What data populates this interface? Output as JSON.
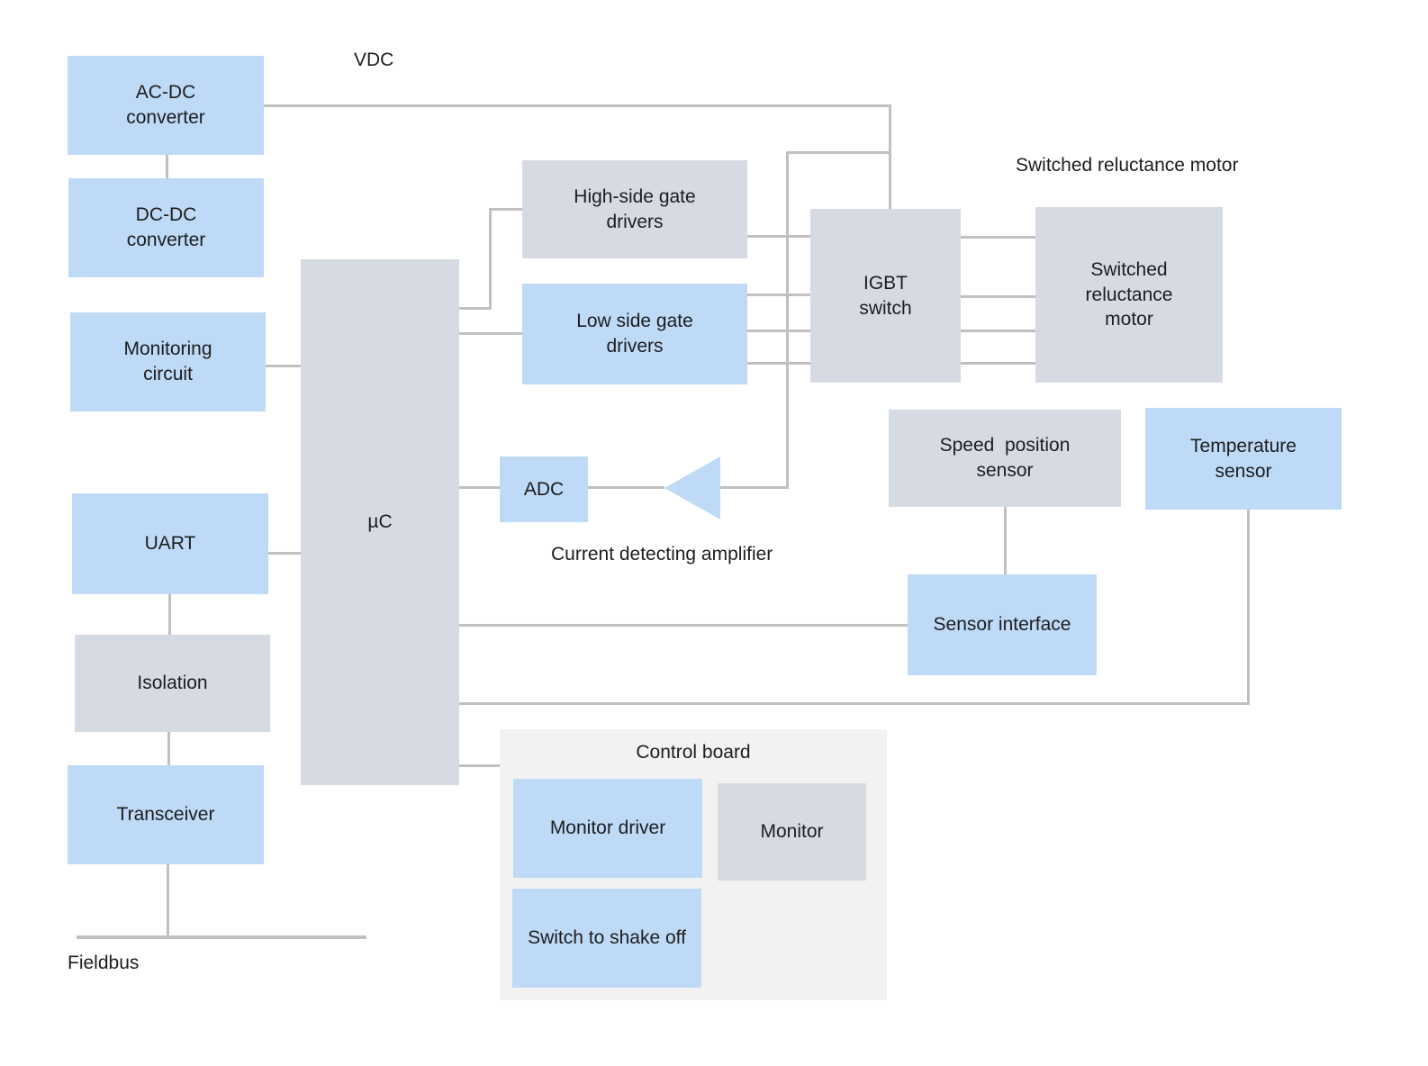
{
  "palette": {
    "blue": "#BEDAF6",
    "gray": "#D6DAE2",
    "board": "#F2F2F2",
    "line": "#C0C0C0",
    "ink": "#1d1d1f",
    "bg": "#ffffff"
  },
  "labels": {
    "vdc": "VDC",
    "srm": "Switched reluctance motor",
    "amp": "Current detecting amplifier",
    "control_board": "Control board",
    "fieldbus": "Fieldbus"
  },
  "blocks": {
    "ac_dc": {
      "label": "AC-DC\nconverter"
    },
    "dc_dc": {
      "label": "DC-DC\nconverter"
    },
    "monitoring": {
      "label": "Monitoring\ncircuit"
    },
    "uart": {
      "label": "UART"
    },
    "isolation": {
      "label": "Isolation"
    },
    "transceiver": {
      "label": "Transceiver"
    },
    "mc": {
      "label": "µC"
    },
    "high_side": {
      "label": "High-side gate\ndrivers"
    },
    "low_side": {
      "label": "Low side gate\ndrivers"
    },
    "adc": {
      "label": "ADC"
    },
    "igbt": {
      "label": "IGBT\nswitch"
    },
    "motor": {
      "label": "Switched\nreluctance\nmotor"
    },
    "speed_sensor": {
      "label": "Speed  position\nsensor"
    },
    "temp_sensor": {
      "label": "Temperature\nsensor"
    },
    "sensor_interface": {
      "label": "Sensor interface"
    },
    "monitor_driver": {
      "label": "Monitor driver"
    },
    "monitor": {
      "label": "Monitor"
    },
    "shake_off_switch": {
      "label": "Switch to shake off"
    }
  }
}
